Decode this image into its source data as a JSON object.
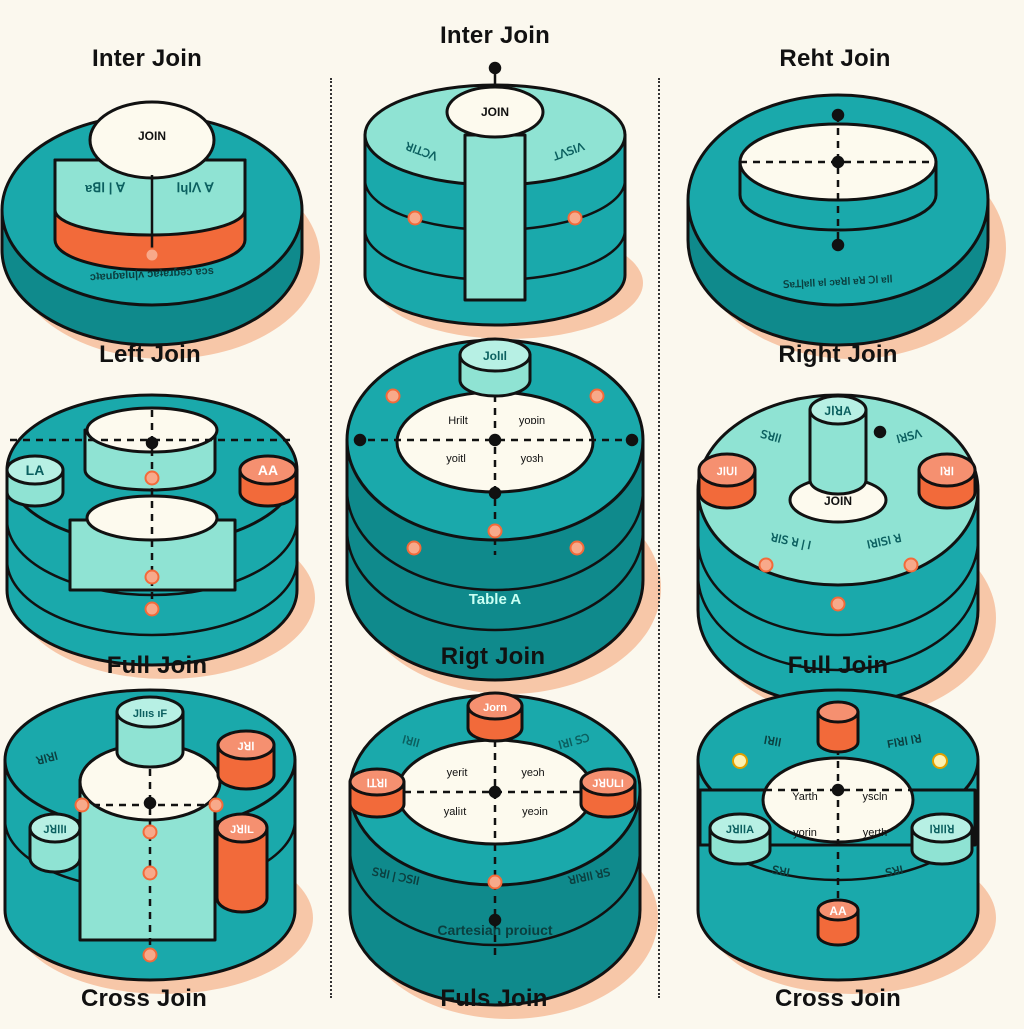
{
  "colors": {
    "background": "#fbf8ee",
    "teal": "#1aa9ab",
    "teal_dark": "#0f8a8c",
    "mint": "#8fe3d3",
    "mint_light": "#b7f0e4",
    "cream": "#fdfaee",
    "orange": "#f26a3a",
    "salmon": "#f8a98a",
    "shadow": "#f7c7a8",
    "outline": "#111111"
  },
  "panels": [
    {
      "title": "Inter Join",
      "labels": {
        "center": "JOIN",
        "left": "ɐꓭꓲ | ∀",
        "right": "ꓲɥꓲꓥ ∀",
        "rim": "ɔʇɐuɓɐlu|ʌ ɔɐʇɐɹɓǝɔ ɐɔs"
      }
    },
    {
      "title": "Inter Join",
      "labels": {
        "center": "JOIN",
        "left": "ꓤꓲꓕꓛꓥ",
        "right": "ꓕꓥꓢꓲꓥ"
      }
    },
    {
      "title": "Reht Join",
      "labels": {
        "rim": "ꓢɐꓕ|ɐꓲꓲ ɐꓲ ɔɐꓤꓲ ɐꓤ ꓛꓲ ɐꓲꓲ"
      }
    },
    {
      "title": "Left Join",
      "labels": {
        "left_knob": "LA",
        "right_knob": "AA"
      }
    },
    {
      "title": "",
      "labels": {
        "top_knob": "Jolıl",
        "q1": "Hrilt",
        "q2": "yoɒin",
        "q3": "yoitl",
        "q4": "yoɜh",
        "bottom": "Table A"
      }
    },
    {
      "title": "Right Join",
      "labels": {
        "top_knob": "JꓲꓤA",
        "center": "JOIN",
        "left_knob": "Jꓲꓴꓲ",
        "right_knob": "ꓲꓤꓲ",
        "rim_left": "ꓢꓤꓲꓲ",
        "rim_right": "ꓲꓤꓢꓥ",
        "mid_left": "ꓤꓲꓢ ꓤ | ꓲ",
        "mid_right": "ꓲꓤꓲꓢꓲ ꓤ"
      }
    },
    {
      "title": "Full Join",
      "labels": {
        "top_knob": "Jlııs ıF",
        "rim_left": "ꓤꓲꓤꓲ",
        "left_knob": "JꓤꓲꓲI",
        "right_knob": "Jꓤꓲ",
        "right_knob2": "JꓤꓲL"
      }
    },
    {
      "title": "Rigt Join",
      "labels": {
        "top_knob": "Jorn",
        "q1": "yerit",
        "q2": "yeɔh",
        "q3": "yaliıt",
        "q4": "yeɔin",
        "left_knob": "ꓲꓕꓤꓲ",
        "right_knob": "JꓤꓴLI",
        "rim_left": "ꓢꓤꓲ | ꓛꓢꓲꓲ",
        "rim_right": "ꓤꓲꓤꓲꓲ ꓤꓢ",
        "arc_left": "ꓲꓤꓲꓲ",
        "arc_right": "ꓲꓤꓲ ꓢꓛ",
        "bottom": "Cartesian proiuct"
      }
    },
    {
      "title": "Full Join",
      "labels": {
        "top_knob": "",
        "rim_left": "ꓲꓤꓲꓲ",
        "rim_right": "Fꓲꓤꓲ ꓲꓤ",
        "q1": "Yarth",
        "q2": "yscln",
        "q3": "yorin",
        "q4": "yerth",
        "left_knob": "JꓤꓲꓲA",
        "right_knob": "ꓲꓤꓲꓲꓤ",
        "bottom_knob": "AA",
        "mid_left": "ꓢꓤꓲ",
        "mid_right": "ꓢꓤꓲ"
      }
    },
    {
      "title": "Cross Join"
    },
    {
      "title": "Fuls Join"
    },
    {
      "title": "Cross Join"
    }
  ]
}
